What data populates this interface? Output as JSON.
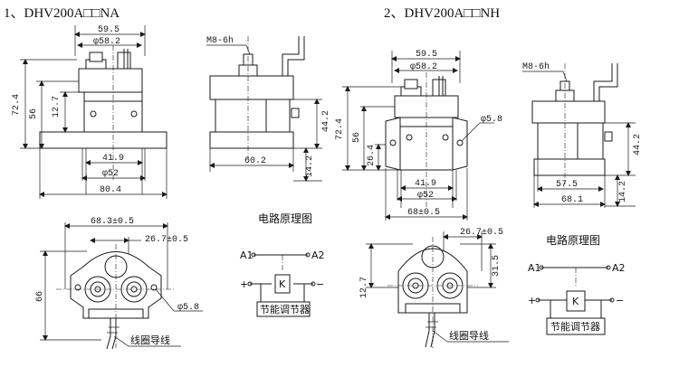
{
  "titles": {
    "left": "1、DHV200A□□NA",
    "right": "2、DHV200A□□NH"
  },
  "left_top_view": {
    "dims": {
      "top_width": "59.5",
      "top_dia": "φ58.2",
      "height_total": "72.4",
      "height_56": "56",
      "height_12_7": "12.7",
      "inner_41_9": "41.9",
      "dia_52": "φ52",
      "base_80_4": "80.4"
    }
  },
  "left_side_view": {
    "thread": "M8-6h",
    "dims": {
      "width_60_2": "60.2",
      "h_44_2": "44.2",
      "h_14_2": "14.2"
    }
  },
  "right_top_view": {
    "dims": {
      "top_width": "59.5",
      "top_dia": "φ58.2",
      "height_72_4": "72.4",
      "height_56": "56",
      "height_26_4": "26.4",
      "hole": "φ5.8",
      "inner_41_9": "41.9",
      "dia_52": "φ52",
      "base_68": "68±0.5"
    }
  },
  "right_side_view": {
    "thread": "M8-6h",
    "dims": {
      "width_57_5": "57.5",
      "width_68_1": "68.1",
      "h_44_2": "44.2",
      "h_14_2": "14.2"
    }
  },
  "left_bottom_view": {
    "dims": {
      "width_68_3": "68.3±0.5",
      "width_26_7": "26.7±0.5",
      "h_66": "66",
      "hole": "φ5.8"
    },
    "wire_label": "线圈导线"
  },
  "right_bottom_view": {
    "dims": {
      "width_26_7": "26.7±0.5",
      "h_12_7": "12.7",
      "h_31_5": "31.5"
    },
    "wire_label": "线圈导线"
  },
  "circuit_left": {
    "title": "电路原理图",
    "a1": "A1",
    "a2": "A2",
    "plus": "+",
    "minus": "−",
    "k": "K",
    "box": "节能调节器"
  },
  "circuit_right": {
    "title": "电路原理图",
    "a1": "A1",
    "a2": "A2",
    "plus": "+",
    "minus": "−",
    "k": "K",
    "box": "节能调节器"
  }
}
